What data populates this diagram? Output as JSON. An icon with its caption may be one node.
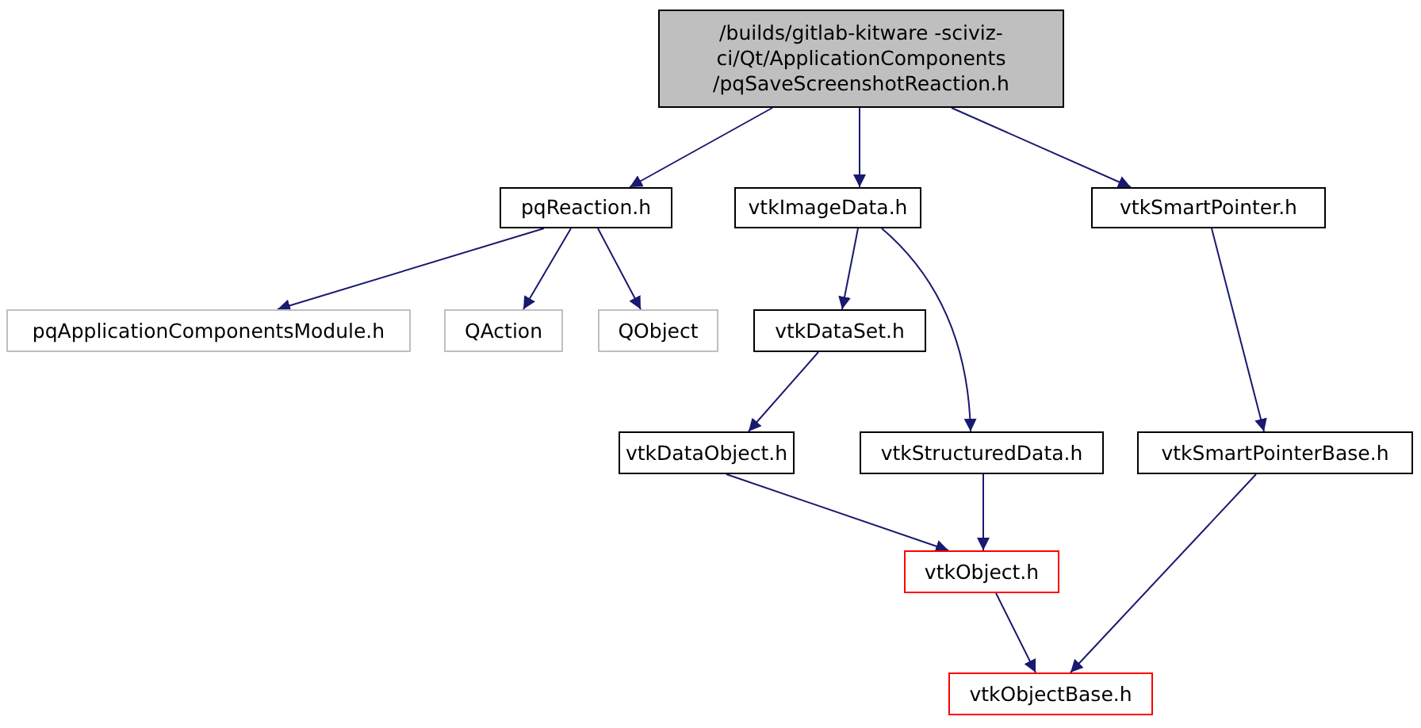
{
  "diagram": {
    "nodes": [
      {
        "text": [
          "/builds/gitlab-kitware -sciviz-ci/Qt/ApplicationComponents /pqSaveScreenshotReaction.h"
        ]
      },
      {
        "text": [
          "pqReaction.h"
        ]
      },
      {
        "text": [
          "vtkImageData.h"
        ]
      },
      {
        "text": [
          "vtkSmartPointer.h"
        ]
      },
      {
        "text": [
          "pqApplicationComponentsModule.h"
        ]
      },
      {
        "text": [
          "QAction"
        ]
      },
      {
        "text": [
          "QObject"
        ]
      },
      {
        "text": [
          "vtkDataSet.h"
        ]
      },
      {
        "text": [
          "vtkDataObject.h"
        ]
      },
      {
        "text": [
          "vtkStructuredData.h"
        ]
      },
      {
        "text": [
          "vtkSmartPointerBase.h"
        ]
      },
      {
        "text": [
          "vtkObject.h"
        ]
      },
      {
        "text": [
          "vtkObjectBase.h"
        ]
      }
    ],
    "edges": [
      {
        "from": 0,
        "to": 1,
        "arrow": "to"
      },
      {
        "from": 0,
        "to": 2,
        "arrow": "to"
      },
      {
        "from": 0,
        "to": 3,
        "arrow": "to"
      },
      {
        "from": 1,
        "to": 4,
        "arrow": "to"
      },
      {
        "from": 1,
        "to": 5,
        "arrow": "to"
      },
      {
        "from": 1,
        "to": 6,
        "arrow": "to"
      },
      {
        "from": 2,
        "to": 7,
        "arrow": "to"
      },
      {
        "from": 2,
        "to": 9,
        "arrow": "to"
      },
      {
        "from": 3,
        "to": 10,
        "arrow": "to"
      },
      {
        "from": 7,
        "to": 8,
        "arrow": "to"
      },
      {
        "from": 8,
        "to": 11,
        "arrow": "to"
      },
      {
        "from": 9,
        "to": 11,
        "arrow": "to"
      },
      {
        "from": 11,
        "to": 12,
        "arrow": "to"
      },
      {
        "from": 10,
        "to": 12,
        "arrow": "to"
      }
    ]
  }
}
